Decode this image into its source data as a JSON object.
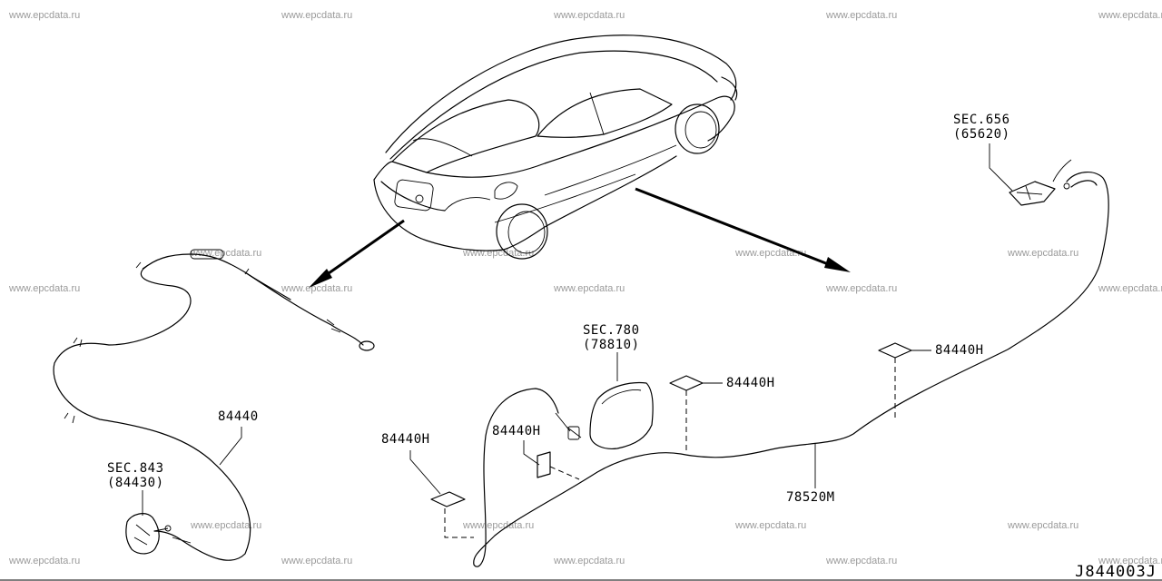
{
  "watermark": "www.epcdata.ru",
  "diagram_code": "J844003J",
  "labels": {
    "sec_656": "SEC.656",
    "ref_65620": "(65620)",
    "sec_780": "SEC.780",
    "ref_78810": "(78810)",
    "sec_843": "SEC.843",
    "ref_84430": "(84430)",
    "part_84440": "84440",
    "part_84440h": "84440H",
    "part_78520m": "78520M"
  }
}
